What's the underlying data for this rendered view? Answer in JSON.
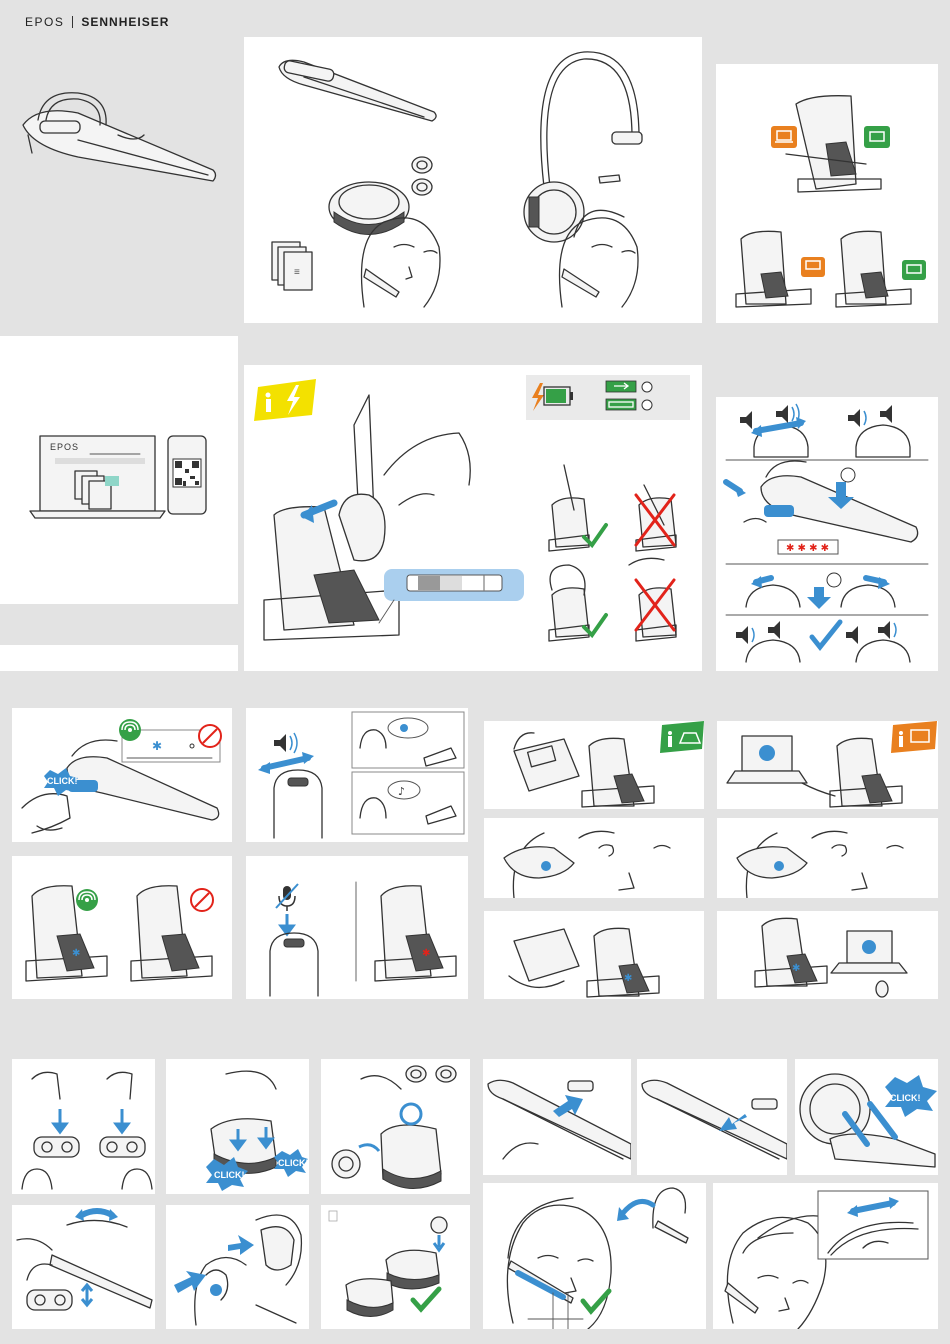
{
  "brand": {
    "primary": "EPOS",
    "secondary": "SENNHEISER"
  },
  "laptop_screen": {
    "logo": "EPOS"
  },
  "click_labels": [
    "CLICK!",
    "CLICK!",
    "CLICK!",
    "CLICK!"
  ],
  "colors": {
    "accent_blue": "#3b8fd0",
    "phone_green": "#35a047",
    "computer_orange": "#e9801f",
    "info_yellow": "#f3e100",
    "prohibited_red": "#e2231a"
  },
  "icons": [
    "info-icon",
    "lightning-icon",
    "battery-icon",
    "clock-icon",
    "speaker-icon",
    "microphone-icon",
    "phone-icon",
    "laptop-icon",
    "check-icon",
    "cross-icon",
    "wireless-icon",
    "prohibited-icon",
    "qr-code-icon",
    "document-icon"
  ]
}
